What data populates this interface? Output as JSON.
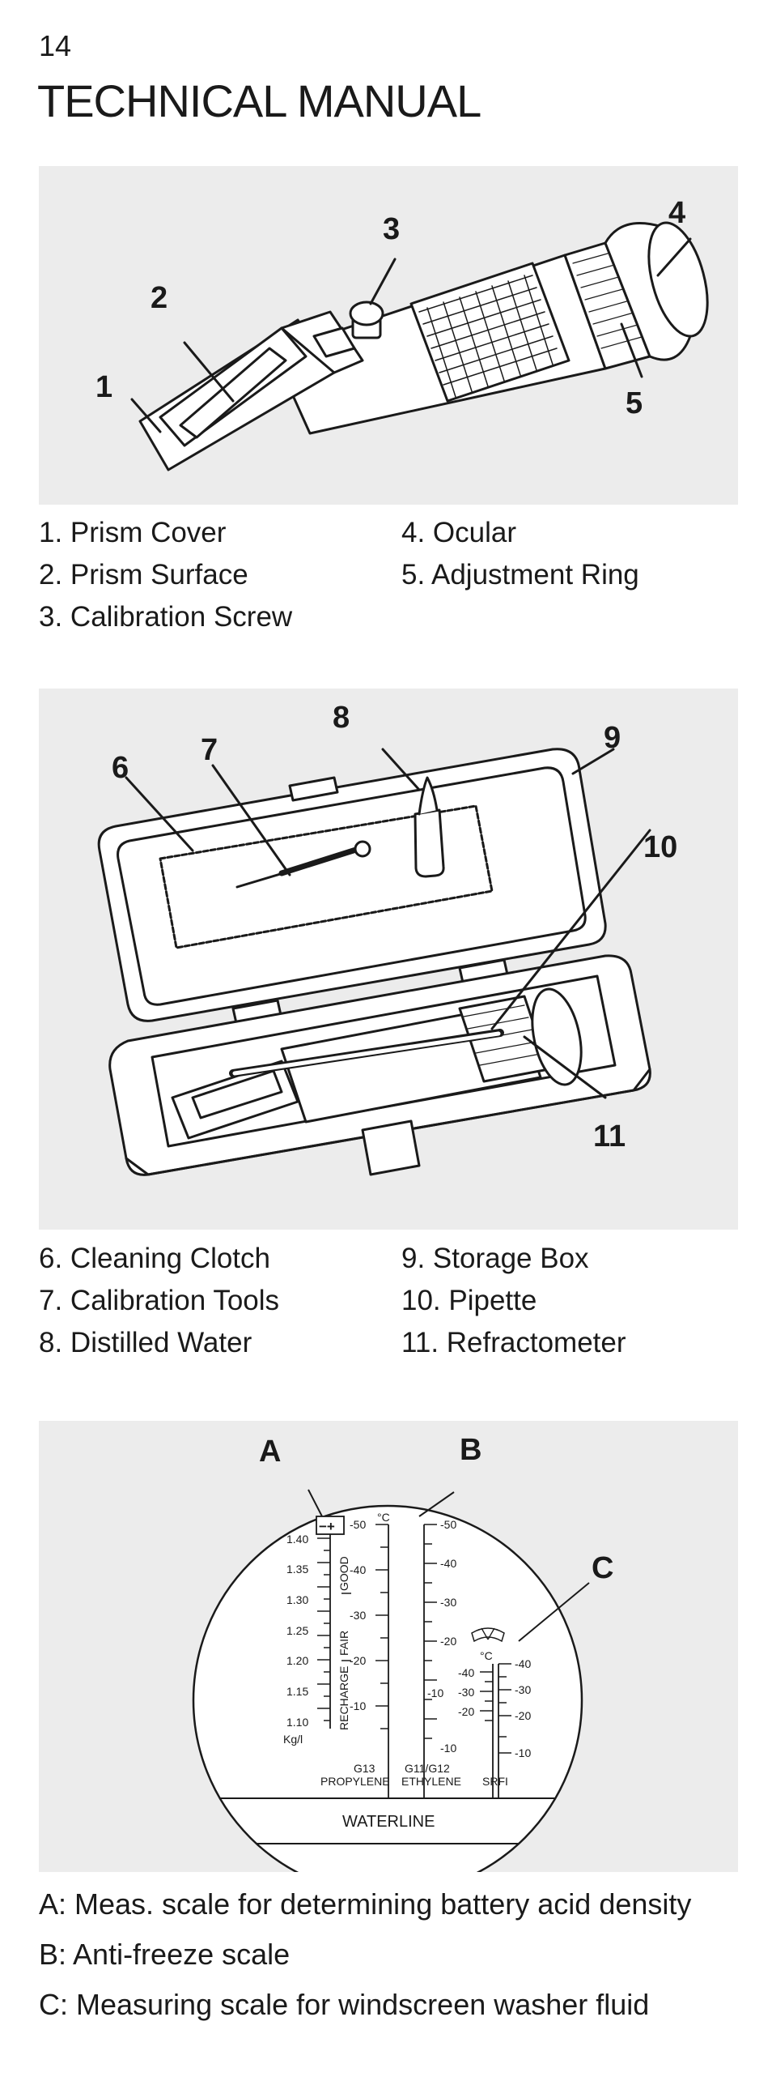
{
  "page_number": "14",
  "title": "TECHNICAL MANUAL",
  "figure1": {
    "callouts": [
      "1",
      "2",
      "3",
      "4",
      "5"
    ],
    "legend": [
      "1. Prism Cover",
      "2. Prism Surface",
      "3. Calibration Screw",
      "4. Ocular",
      "5. Adjustment Ring"
    ]
  },
  "figure2": {
    "callouts": [
      "6",
      "7",
      "8",
      "9",
      "10",
      "11"
    ],
    "legend": [
      "6. Cleaning Clotch",
      "7. Calibration Tools",
      "8. Distilled Water",
      "9.   Storage Box",
      "10. Pipette",
      "11. Refractometer"
    ]
  },
  "figure3": {
    "callouts": [
      "A",
      "B",
      "C"
    ],
    "scale_a": {
      "values": [
        "1.40",
        "1.35",
        "1.30",
        "1.25",
        "1.20",
        "1.15",
        "1.10"
      ],
      "unit": "Kg/l",
      "zones": [
        "GOOD",
        "FAIR",
        "RECHARGE"
      ],
      "symbol": "−+"
    },
    "scale_b": {
      "unit": "°C",
      "left_values": [
        "-50",
        "-40",
        "-30",
        "-20",
        "-10"
      ],
      "right_values": [
        "-50",
        "-40",
        "-30",
        "-20",
        "-10",
        "-10"
      ],
      "label_left": [
        "G13",
        "PROPYLENE"
      ],
      "label_right": [
        "G11/G12",
        "ETHYLENE"
      ]
    },
    "scale_c": {
      "unit": "°C",
      "left_values": [
        "-40",
        "-30",
        "-20"
      ],
      "right_values": [
        "-40",
        "-30",
        "-20",
        "-10"
      ],
      "label": "SRFI"
    },
    "waterline": "WATERLINE"
  },
  "captions": [
    "A: Meas. scale for determining battery acid density",
    "B: Anti-freeze scale",
    "C: Measuring scale for windscreen washer fluid"
  ]
}
